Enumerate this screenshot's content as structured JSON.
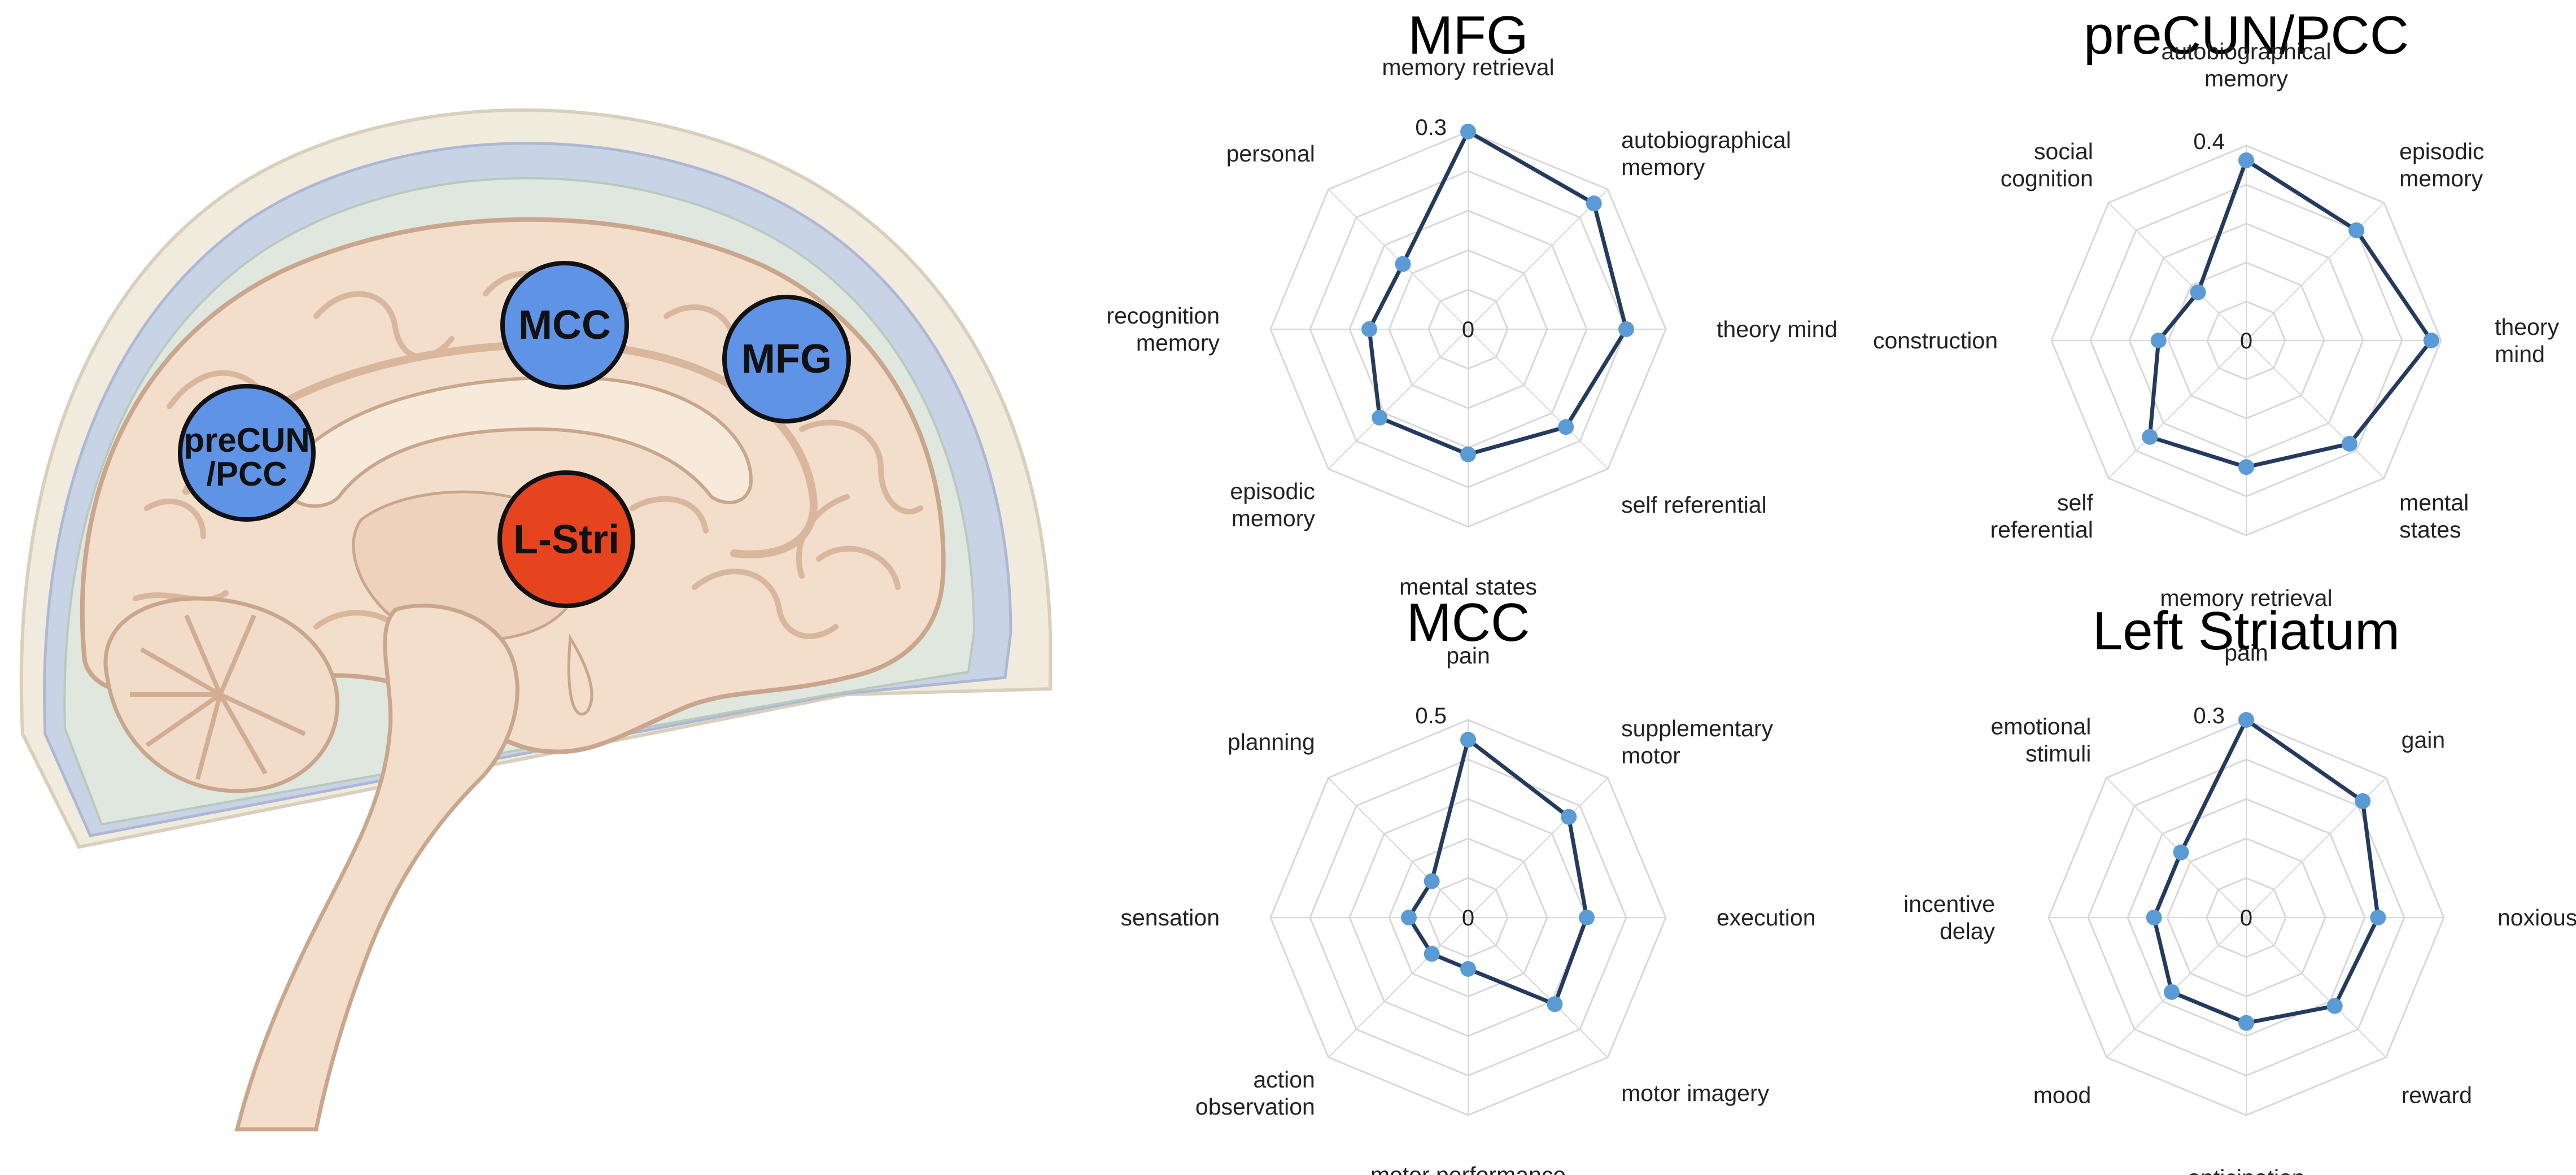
{
  "colors": {
    "brain_fill": "#F3DDCB",
    "brain_dark": "#E2BFA5",
    "skull": "#EDE6D6",
    "meninges": "#C9D3E6",
    "blue_region": "#5F93E5",
    "red_region": "#E6441F",
    "series_line": "#243A5E",
    "series_marker": "#5B9BD5",
    "grid": "#D8D8D8"
  },
  "regions": [
    {
      "id": "mcc",
      "label": "MCC",
      "color": "blue"
    },
    {
      "id": "mfg",
      "label": "MFG",
      "color": "blue"
    },
    {
      "id": "precun",
      "label": "preCUN /PCC",
      "line1": "preCUN",
      "line2": "/PCC",
      "color": "blue"
    },
    {
      "id": "lstri",
      "label": "L-Stri",
      "color": "red"
    }
  ],
  "chart_data": [
    {
      "type": "radar",
      "title": "MFG",
      "axes": [
        {
          "label": "memory retrieval",
          "lines": [
            "memory retrieval"
          ],
          "value": 0.3
        },
        {
          "label": "autobiographical memory",
          "lines": [
            "autobiographical",
            "memory"
          ],
          "value": 0.27
        },
        {
          "label": "theory mind",
          "lines": [
            "theory mind"
          ],
          "value": 0.24
        },
        {
          "label": "self referential",
          "lines": [
            "self referential"
          ],
          "value": 0.21
        },
        {
          "label": "mental states",
          "lines": [
            "mental states"
          ],
          "value": 0.19
        },
        {
          "label": "episodic memory",
          "lines": [
            "episodic",
            "memory"
          ],
          "value": 0.19
        },
        {
          "label": "recognition memory",
          "lines": [
            "recognition",
            "memory"
          ],
          "value": 0.15
        },
        {
          "label": "personal",
          "lines": [
            "personal"
          ],
          "value": 0.14
        }
      ],
      "rmax": 0.3,
      "ticks": {
        "min": "0",
        "max": "0.3"
      },
      "rings": 5
    },
    {
      "type": "radar",
      "title": "preCUN/PCC",
      "axes": [
        {
          "label": "autobiographical memory",
          "lines": [
            "autobiographical",
            "memory"
          ],
          "value": 0.37
        },
        {
          "label": "episodic memory",
          "lines": [
            "episodic",
            "memory"
          ],
          "value": 0.32
        },
        {
          "label": "theory mind",
          "lines": [
            "theory",
            "mind"
          ],
          "value": 0.38
        },
        {
          "label": "mental states",
          "lines": [
            "mental",
            "states"
          ],
          "value": 0.3
        },
        {
          "label": "memory retrieval",
          "lines": [
            "memory retrieval"
          ],
          "value": 0.26
        },
        {
          "label": "self referential",
          "lines": [
            "self",
            "referential"
          ],
          "value": 0.28
        },
        {
          "label": "construction",
          "lines": [
            "construction"
          ],
          "value": 0.18
        },
        {
          "label": "social cognition",
          "lines": [
            "social",
            "cognition"
          ],
          "value": 0.14
        }
      ],
      "rmax": 0.4,
      "ticks": {
        "min": "0",
        "max": "0.4"
      },
      "rings": 5
    },
    {
      "type": "radar",
      "title": "MCC",
      "axes": [
        {
          "label": "pain",
          "lines": [
            "pain"
          ],
          "value": 0.45
        },
        {
          "label": "supplementary motor",
          "lines": [
            "supplementary",
            "motor"
          ],
          "value": 0.36
        },
        {
          "label": "execution",
          "lines": [
            "execution"
          ],
          "value": 0.3
        },
        {
          "label": "motor imagery",
          "lines": [
            "motor imagery"
          ],
          "value": 0.31
        },
        {
          "label": "motor performance",
          "lines": [
            "motor performance"
          ],
          "value": 0.13
        },
        {
          "label": "action observation",
          "lines": [
            "action",
            "observation"
          ],
          "value": 0.13
        },
        {
          "label": "sensation",
          "lines": [
            "sensation"
          ],
          "value": 0.15
        },
        {
          "label": "planning",
          "lines": [
            "planning"
          ],
          "value": 0.13
        }
      ],
      "rmax": 0.5,
      "ticks": {
        "min": "0",
        "max": "0.5"
      },
      "rings": 5
    },
    {
      "type": "radar",
      "title": "Left Striatum",
      "axes": [
        {
          "label": "pain",
          "lines": [
            "pain"
          ],
          "value": 0.3
        },
        {
          "label": "gain",
          "lines": [
            "gain"
          ],
          "value": 0.25
        },
        {
          "label": "noxious",
          "lines": [
            "noxious"
          ],
          "value": 0.2
        },
        {
          "label": "reward",
          "lines": [
            "reward"
          ],
          "value": 0.19
        },
        {
          "label": "anticipation",
          "lines": [
            "anticipation"
          ],
          "value": 0.16
        },
        {
          "label": "mood",
          "lines": [
            "mood"
          ],
          "value": 0.16
        },
        {
          "label": "incentive delay",
          "lines": [
            "incentive",
            "delay"
          ],
          "value": 0.14
        },
        {
          "label": "emotional stimuli",
          "lines": [
            "emotional",
            "stimuli"
          ],
          "value": 0.14
        }
      ],
      "rmax": 0.3,
      "ticks": {
        "min": "0",
        "max": "0.3"
      },
      "rings": 5
    }
  ]
}
